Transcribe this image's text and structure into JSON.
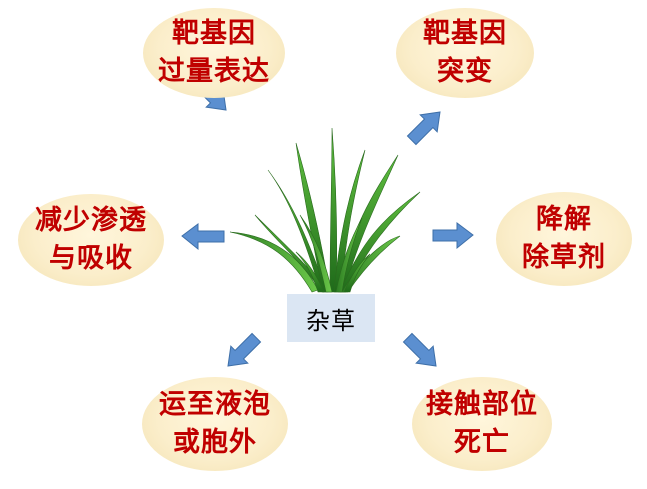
{
  "center": {
    "label": "杂草"
  },
  "bubbles": {
    "top_left": {
      "line1": "靶基因",
      "line2": "过量表达"
    },
    "top_right": {
      "line1": "靶基因",
      "line2": "突变"
    },
    "middle_left": {
      "line1": "减少渗透",
      "line2": "与吸收"
    },
    "middle_right": {
      "line1": "降解",
      "line2": "除草剂"
    },
    "bottom_left": {
      "line1": "运至液泡",
      "line2": "或胞外"
    },
    "bottom_right": {
      "line1": "接触部位",
      "line2": "死亡"
    }
  },
  "colors": {
    "bubble_text": "#c00000",
    "bubble_fill": "#fbeecb",
    "arrow_fill": "#5b8fd0",
    "center_box": "#dbe6f3",
    "grass": "#3d8a2e"
  },
  "icons": [
    "grass-plant-icon",
    "arrow-up-left-icon",
    "arrow-up-right-icon",
    "arrow-left-icon",
    "arrow-right-icon",
    "arrow-down-left-icon",
    "arrow-down-right-icon"
  ]
}
